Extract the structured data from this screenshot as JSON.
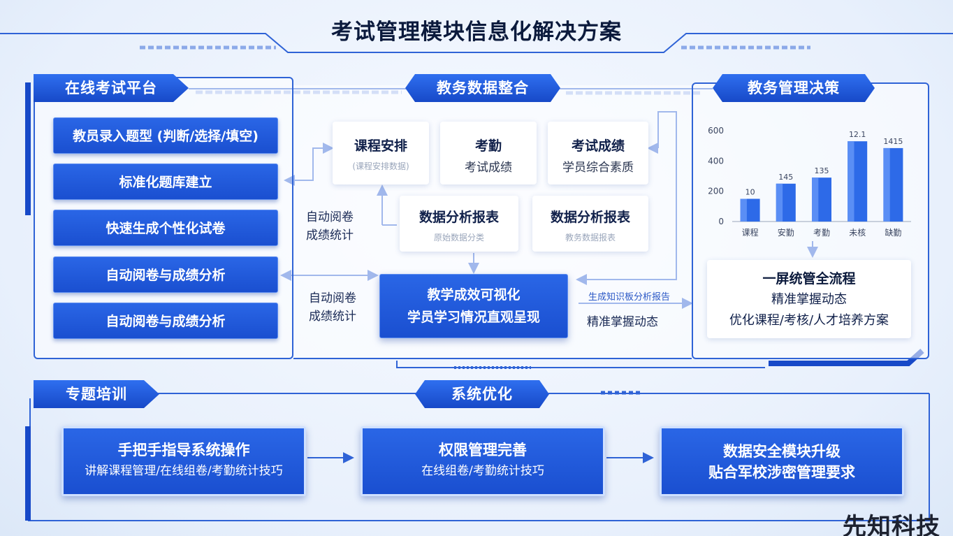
{
  "title": "考试管理模块信息化解决方案",
  "sections": {
    "online_exam": "在线考试平台",
    "data_integration": "教务数据整合",
    "decision": "教务管理决策",
    "training": "专题培训",
    "optimization": "系统优化"
  },
  "left_buttons": [
    "教员录入题型 (判断/选择/填空)",
    "标准化题库建立",
    "快速生成个性化试卷",
    "自动阅卷与成绩分析",
    "自动阅卷与成绩分析"
  ],
  "cards": {
    "course": {
      "title": "课程安排",
      "sub": "(课程安排数据)"
    },
    "attendance": {
      "title": "考勤",
      "line2": "考试成绩"
    },
    "scores": {
      "title": "考试成绩",
      "line2": "学员综合素质"
    },
    "report1": {
      "title": "数据分析报表",
      "sub": "原始数据分类"
    },
    "report2": {
      "title": "数据分析报表",
      "sub": "教务数据报表"
    }
  },
  "side_labels": {
    "upper": [
      "自动阅卷",
      "成绩统计"
    ],
    "lower": [
      "自动阅卷",
      "成绩统计"
    ]
  },
  "center_box": [
    "教学成效可视化",
    "学员学习情况直观呈现"
  ],
  "arrow_labels": {
    "report": "生成知识板分析报告",
    "dynamic": "精准掌握动态"
  },
  "result_card": {
    "line1": "一屏统管全流程",
    "line2": "精准掌握动态",
    "line3": "优化课程/考核/人才培养方案"
  },
  "bottom_boxes": [
    {
      "title": "手把手指导系统操作",
      "desc": "讲解课程管理/在线组卷/考勤统计技巧"
    },
    {
      "title": "权限管理完善",
      "desc": "在线组卷/考勤统计技巧"
    },
    {
      "title": "数据安全模块升级",
      "desc": "贴合军校涉密管理要求"
    }
  ],
  "watermark": "先知科技",
  "colors": {
    "primary": "#1a4fd0",
    "accent": "#2f6ff0",
    "bar": "#2d6ae8"
  },
  "chart_data": {
    "type": "bar",
    "categories": [
      "课程",
      "安勤",
      "考勤",
      "未核",
      "缺勤"
    ],
    "values": [
      150,
      250,
      290,
      530,
      485
    ],
    "data_labels": [
      "10",
      "145",
      "135",
      "12.1",
      "1415"
    ],
    "yticks": [
      0,
      200,
      400,
      600
    ],
    "ylim": [
      0,
      600
    ],
    "grid": false
  }
}
